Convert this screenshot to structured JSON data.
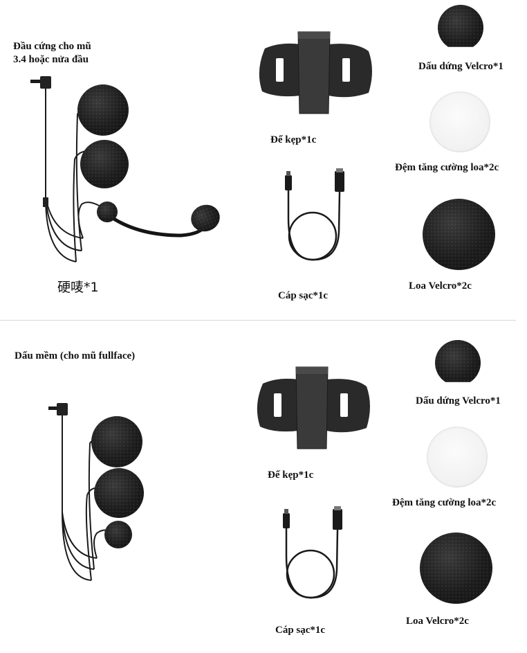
{
  "top_section": {
    "hard_mic_title_line1": "Đầu cứng cho mũ",
    "hard_mic_title_line2": "3.4 hoặc nửa đầu",
    "hard_mic_caption": "硬唛*1",
    "clip_base_label": "Đế kẹp*1c",
    "charging_cable_label": "Cáp sạc*1c",
    "hook_velcro_label": "Dấu dứng Velcro*1",
    "speaker_pad_label": "Đệm tăng cường loa*2c",
    "speaker_velcro_label": "Loa Velcro*2c"
  },
  "bottom_section": {
    "soft_mic_title": "Dấu mềm (cho mũ fullface)",
    "clip_base_label": "Đế kẹp*1c",
    "charging_cable_label": "Cáp sạc*1c",
    "hook_velcro_label": "Dấu dứng Velcro*1",
    "speaker_pad_label": "Đệm tăng cường loa*2c",
    "speaker_velcro_label": "Loa Velcro*2c"
  }
}
